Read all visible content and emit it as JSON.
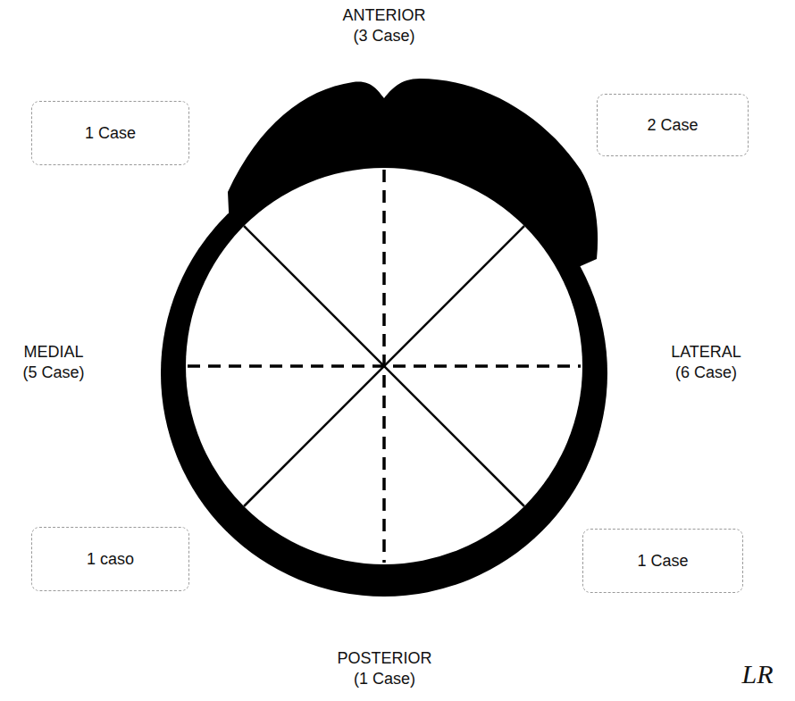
{
  "diagram": {
    "nodes": [
      {
        "text": [
          "1 Case"
        ]
      },
      {
        "text": [
          "2 Case"
        ]
      },
      {
        "text": [
          "1 caso"
        ]
      },
      {
        "text": [
          "1 Case"
        ]
      }
    ],
    "labels": [
      "ANTERIOR (3 Case)",
      "MEDIAL (5 Case)",
      "LATERAL (6 Case)",
      "POSTERIOR (1 Case)",
      "LR"
    ]
  }
}
